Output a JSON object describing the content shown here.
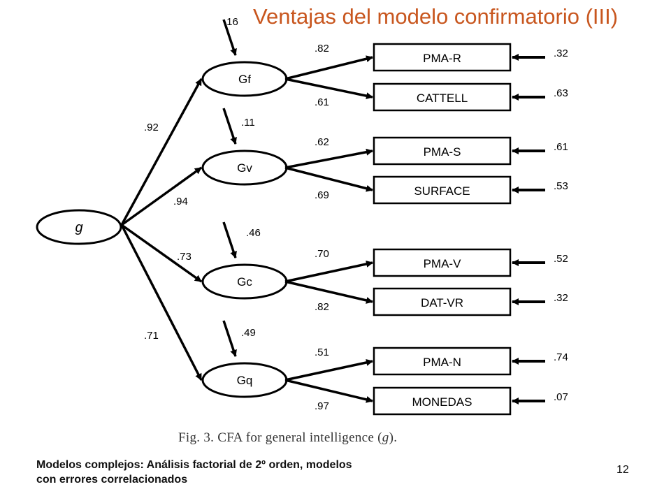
{
  "slide": {
    "title": "Ventajas del modelo confirmatorio (III)",
    "caption_prefix": "Fig. 3.  CFA for general intelligence (",
    "caption_symbol": "g",
    "caption_suffix": ").",
    "footnote_line1": "Modelos complejos: Análisis factorial de 2º orden, modelos",
    "footnote_line2": "con errores correlacionados",
    "page_number": "12",
    "title_color": "#c8561e"
  },
  "diagram": {
    "general_factor": {
      "label": "g"
    },
    "factors": [
      {
        "label": "Gf",
        "loading": ".92",
        "disturbance": ".16",
        "indicators": [
          {
            "label": "PMA-R",
            "loading": ".82",
            "error": ".32"
          },
          {
            "label": "CATTELL",
            "loading": ".61",
            "error": ".63"
          }
        ]
      },
      {
        "label": "Gv",
        "loading": ".94",
        "disturbance": ".11",
        "indicators": [
          {
            "label": "PMA-S",
            "loading": ".62",
            "error": ".61"
          },
          {
            "label": "SURFACE",
            "loading": ".69",
            "error": ".53"
          }
        ]
      },
      {
        "label": "Gc",
        "loading": ".73",
        "disturbance": ".46",
        "indicators": [
          {
            "label": "PMA-V",
            "loading": ".70",
            "error": ".52"
          },
          {
            "label": "DAT-VR",
            "loading": ".82",
            "error": ".32"
          }
        ]
      },
      {
        "label": "Gq",
        "loading": ".71",
        "disturbance": ".49",
        "indicators": [
          {
            "label": "PMA-N",
            "loading": ".51",
            "error": ".74"
          },
          {
            "label": "MONEDAS",
            "loading": ".97",
            "error": ".07"
          }
        ]
      }
    ]
  }
}
